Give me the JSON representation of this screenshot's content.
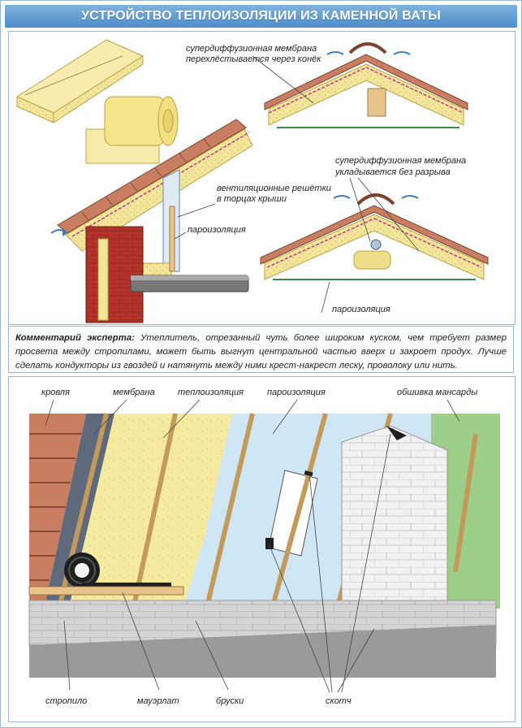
{
  "title": "УСТРОЙСТВО ТЕПЛОИЗОЛЯЦИИ ИЗ КАМЕННОЙ ВАТЫ",
  "top_labels": {
    "membrane_ridge_1": "супердиффузионная мембрана",
    "membrane_ridge_2": "перехлёстывается через конёк",
    "vent_1": "вентиляционные решётки",
    "vent_2": "в торцах крыши",
    "vapor_left": "пароизоляция",
    "membrane_nobreak_1": "супердиффузионная мембрана",
    "membrane_nobreak_2": "укладывается без разрыва",
    "vapor_right": "пароизоляция"
  },
  "comment": {
    "label": "Комментарий эксперта:",
    "text": " Утеплитель, отрезанный чуть более широким куском, чем требует размер просвета между стропилами, может быть выгнут центральной частью вверх и закроет продух. Лучше сделать кондукторы из гвоздей и натянуть между ними крест-накрест леску, проволоку или нить."
  },
  "bottom_labels": {
    "roof": "кровля",
    "membrane": "мембрана",
    "insulation": "теплоизоляция",
    "vapor": "пароизоляция",
    "attic_lining": "обшивка мансарды",
    "rafter": "стропило",
    "mauerlat": "мауэрлат",
    "battens": "бруски",
    "tape": "скотч"
  },
  "colors": {
    "title_bg": "#5a95cf",
    "frame_border": "#9ab7d3",
    "insulation": "#f5eaa0",
    "vapor_film": "#cfe6f5",
    "brick": "#b3342a",
    "tile": "#c97e62",
    "wood": "#e8c48a",
    "gypsum_wall": "#f2f2f2",
    "green_lining": "#9dcf8b"
  }
}
